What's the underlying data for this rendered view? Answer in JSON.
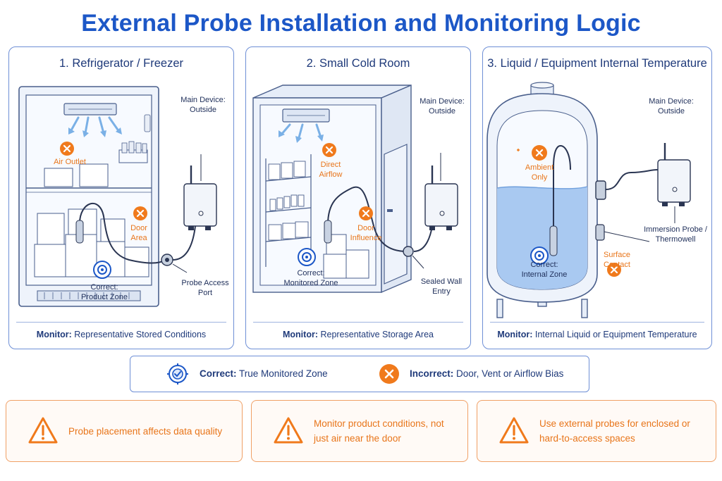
{
  "title": "External Probe Installation and Monitoring Logic",
  "panels": [
    {
      "title": "1. Refrigerator / Freezer",
      "labels": {
        "main_device": "Main Device:\nOutside",
        "air_outlet": "Air Outlet",
        "door_area": "Door\nArea",
        "probe_port": "Probe Access\nPort",
        "correct": "Correct:\nProduct Zone"
      },
      "monitor_label": "Monitor:",
      "monitor_text": "Representative Stored Conditions"
    },
    {
      "title": "2. Small Cold Room",
      "labels": {
        "main_device": "Main Device:\nOutside",
        "direct_airflow": "Direct\nAirflow",
        "door_influence": "Door\nInfluence",
        "sealed_entry": "Sealed Wall\nEntry",
        "correct": "Correct:\nMonitored Zone"
      },
      "monitor_label": "Monitor:",
      "monitor_text": "Representative Storage Area"
    },
    {
      "title": "3. Liquid / Equipment Internal Temperature",
      "labels": {
        "main_device": "Main Device:\nOutside",
        "ambient_only": "Ambient\nOnly",
        "immersion": "Immersion Probe /\nThermowell",
        "surface": "Surface\nContact",
        "correct": "Correct:\nInternal Zone"
      },
      "monitor_label": "Monitor:",
      "monitor_text": "Internal Liquid or Equipment Temperature"
    }
  ],
  "legend": {
    "correct_label": "Correct:",
    "correct_text": "True Monitored Zone",
    "incorrect_label": "Incorrect:",
    "incorrect_text": "Door, Vent or Airflow Bias"
  },
  "warnings": [
    "Probe placement affects data quality",
    "Monitor product conditions, not just air near the door",
    "Use external probes for enclosed or hard-to-access spaces"
  ],
  "colors": {
    "primary_blue": "#1c57c7",
    "border_blue": "#6e8fd6",
    "warning_orange": "#f07a1c",
    "text_navy": "#1f3a7a"
  }
}
